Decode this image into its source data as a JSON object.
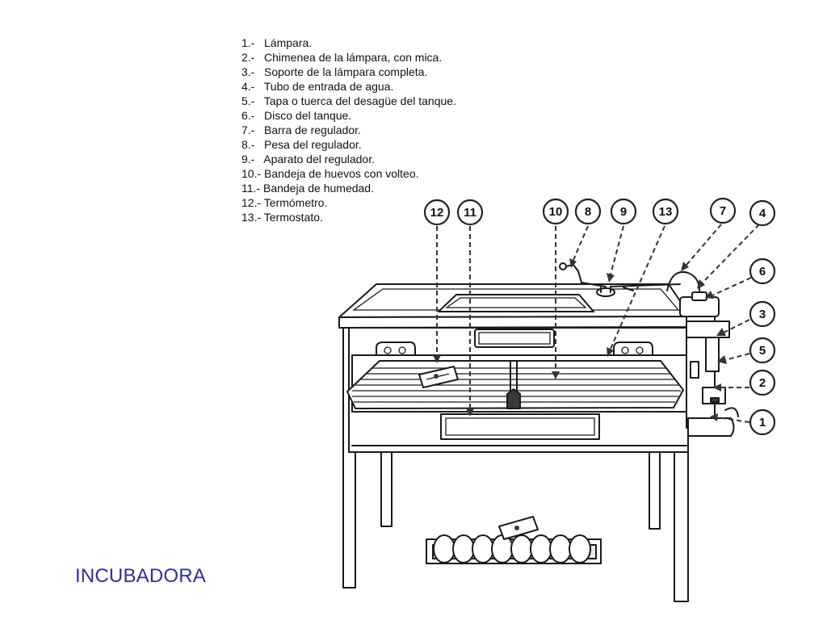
{
  "title": "INCUBADORA",
  "legend": [
    "1.-   Lámpara.",
    "2.-   Chimenea de la lámpara, con mica.",
    "3.-   Soporte de la lámpara completa.",
    "4.-   Tubo de entrada de agua.",
    "5.-   Tapa o tuerca del desagüe del tanque.",
    "6.-   Disco del tanque.",
    "7.-   Barra de regulador.",
    "8.-   Pesa del regulador.",
    "9.-   Aparato del regulador.",
    "10.- Bandeja de huevos con volteo.",
    "11.- Bandeja de humedad.",
    "12.- Termómetro.",
    "13.- Termostato."
  ],
  "callouts": {
    "c12": "12",
    "c11": "11",
    "c10": "10",
    "c8": "8",
    "c9": "9",
    "c13": "13",
    "c7": "7",
    "c4": "4",
    "c6": "6",
    "c3": "3",
    "c5": "5",
    "c2": "2",
    "c1": "1"
  },
  "colors": {
    "title": "#2e3192",
    "ink": "#1a1a1a"
  }
}
